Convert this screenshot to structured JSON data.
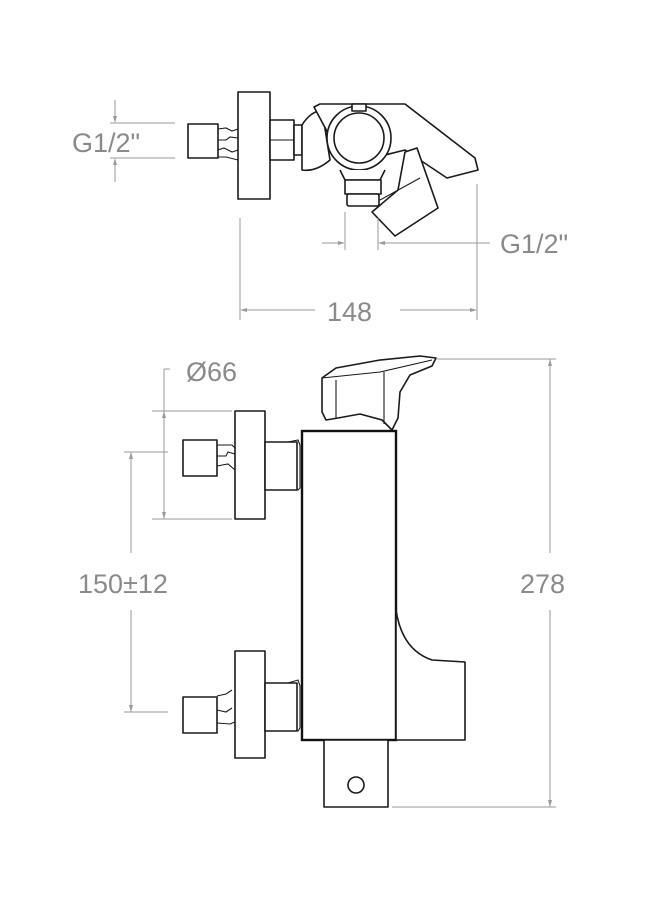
{
  "drawing": {
    "subject": "wall-mounted bath/shower mixer technical drawing",
    "views": [
      "top view",
      "front view"
    ],
    "colors": {
      "part_stroke": "#1a1a1a",
      "dimension_stroke": "#9a9a9a",
      "dimension_text": "#8a8a8a",
      "background": "#ffffff"
    }
  },
  "top_view": {
    "dimensions": {
      "inlet_thread": "G1/2\"",
      "outlet_thread": "G1/2\"",
      "depth": "148"
    }
  },
  "front_view": {
    "dimensions": {
      "flange_diameter": "Ø66",
      "inlet_spacing": "150±12",
      "height": "278"
    }
  }
}
